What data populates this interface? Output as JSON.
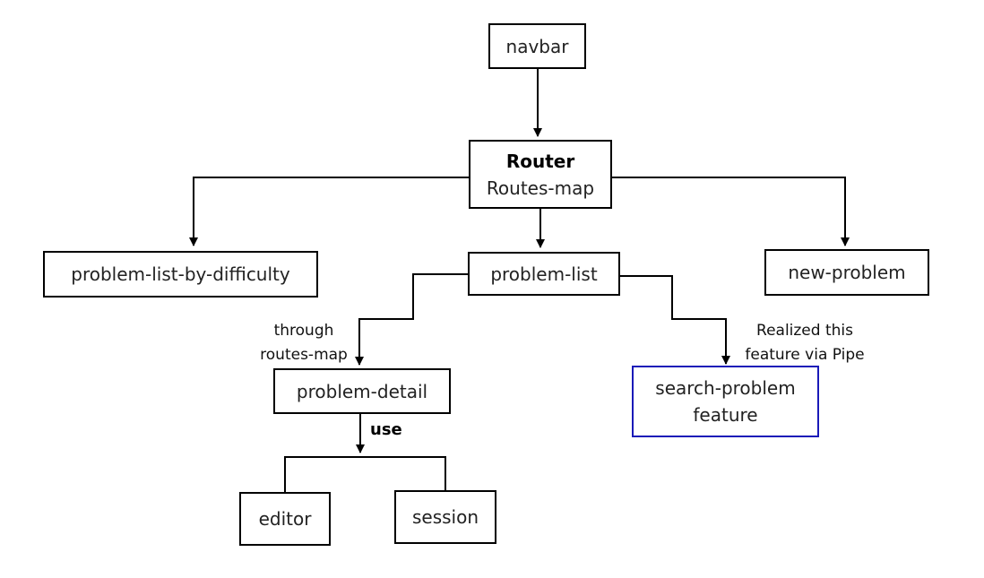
{
  "nodes": {
    "navbar": "navbar",
    "router_title": "Router",
    "router_sub": "Routes-map",
    "problem_list_by_difficulty": "problem-list-by-difficulty",
    "problem_list": "problem-list",
    "new_problem": "new-problem",
    "problem_detail": "problem-detail",
    "search_problem_line1": "search-problem",
    "search_problem_line2": "feature",
    "editor": "editor",
    "session": "session"
  },
  "labels": {
    "through_line1": "through",
    "through_line2": "routes-map",
    "realized_line1": "Realized this",
    "realized_line2": "feature via Pipe",
    "use": "use"
  },
  "colors": {
    "line": "#000000",
    "highlight_border": "#1a1ab8"
  }
}
